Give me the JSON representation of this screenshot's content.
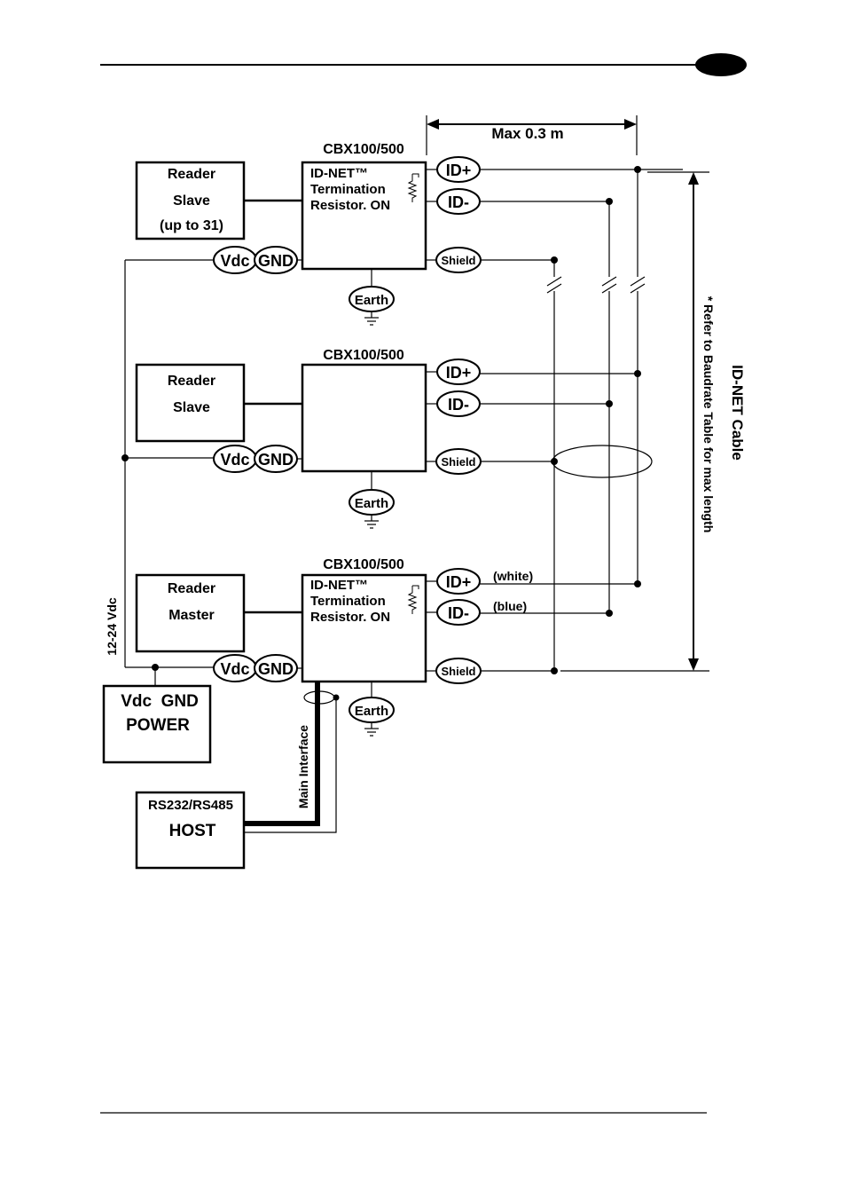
{
  "max_distance_label": "Max 0.3 m",
  "cable_title": "ID-NET Cable",
  "cable_note": "* Refer to Baudrate Table for max length",
  "units": [
    {
      "cbx_label": "CBX100/500",
      "reader_line1": "Reader",
      "reader_line2": "Slave",
      "reader_line3": "(up to 31)",
      "term_line1": "ID-NET™",
      "term_line2": "Termination",
      "term_line3": "Resistor. ON",
      "id_plus": "ID+",
      "id_minus": "ID-",
      "shield": "Shield",
      "vdc": "Vdc",
      "gnd": "GND",
      "earth": "Earth"
    },
    {
      "cbx_label": "CBX100/500",
      "reader_line1": "Reader",
      "reader_line2": "Slave",
      "id_plus": "ID+",
      "id_minus": "ID-",
      "shield": "Shield",
      "vdc": "Vdc",
      "gnd": "GND",
      "earth": "Earth"
    },
    {
      "cbx_label": "CBX100/500",
      "reader_line1": "Reader",
      "reader_line2": "Master",
      "term_line1": "ID-NET™",
      "term_line2": "Termination",
      "term_line3": "Resistor. ON",
      "id_plus": "ID+",
      "id_minus": "ID-",
      "shield": "Shield",
      "vdc": "Vdc",
      "gnd": "GND",
      "earth": "Earth",
      "white_label": "(white)",
      "blue_label": "(blue)"
    }
  ],
  "power": {
    "line1": "Vdc  GND",
    "line2": "POWER",
    "voltage_label": "12-24 Vdc"
  },
  "host": {
    "line1": "RS232/RS485",
    "line2": "HOST",
    "interface_label": "Main Interface"
  }
}
